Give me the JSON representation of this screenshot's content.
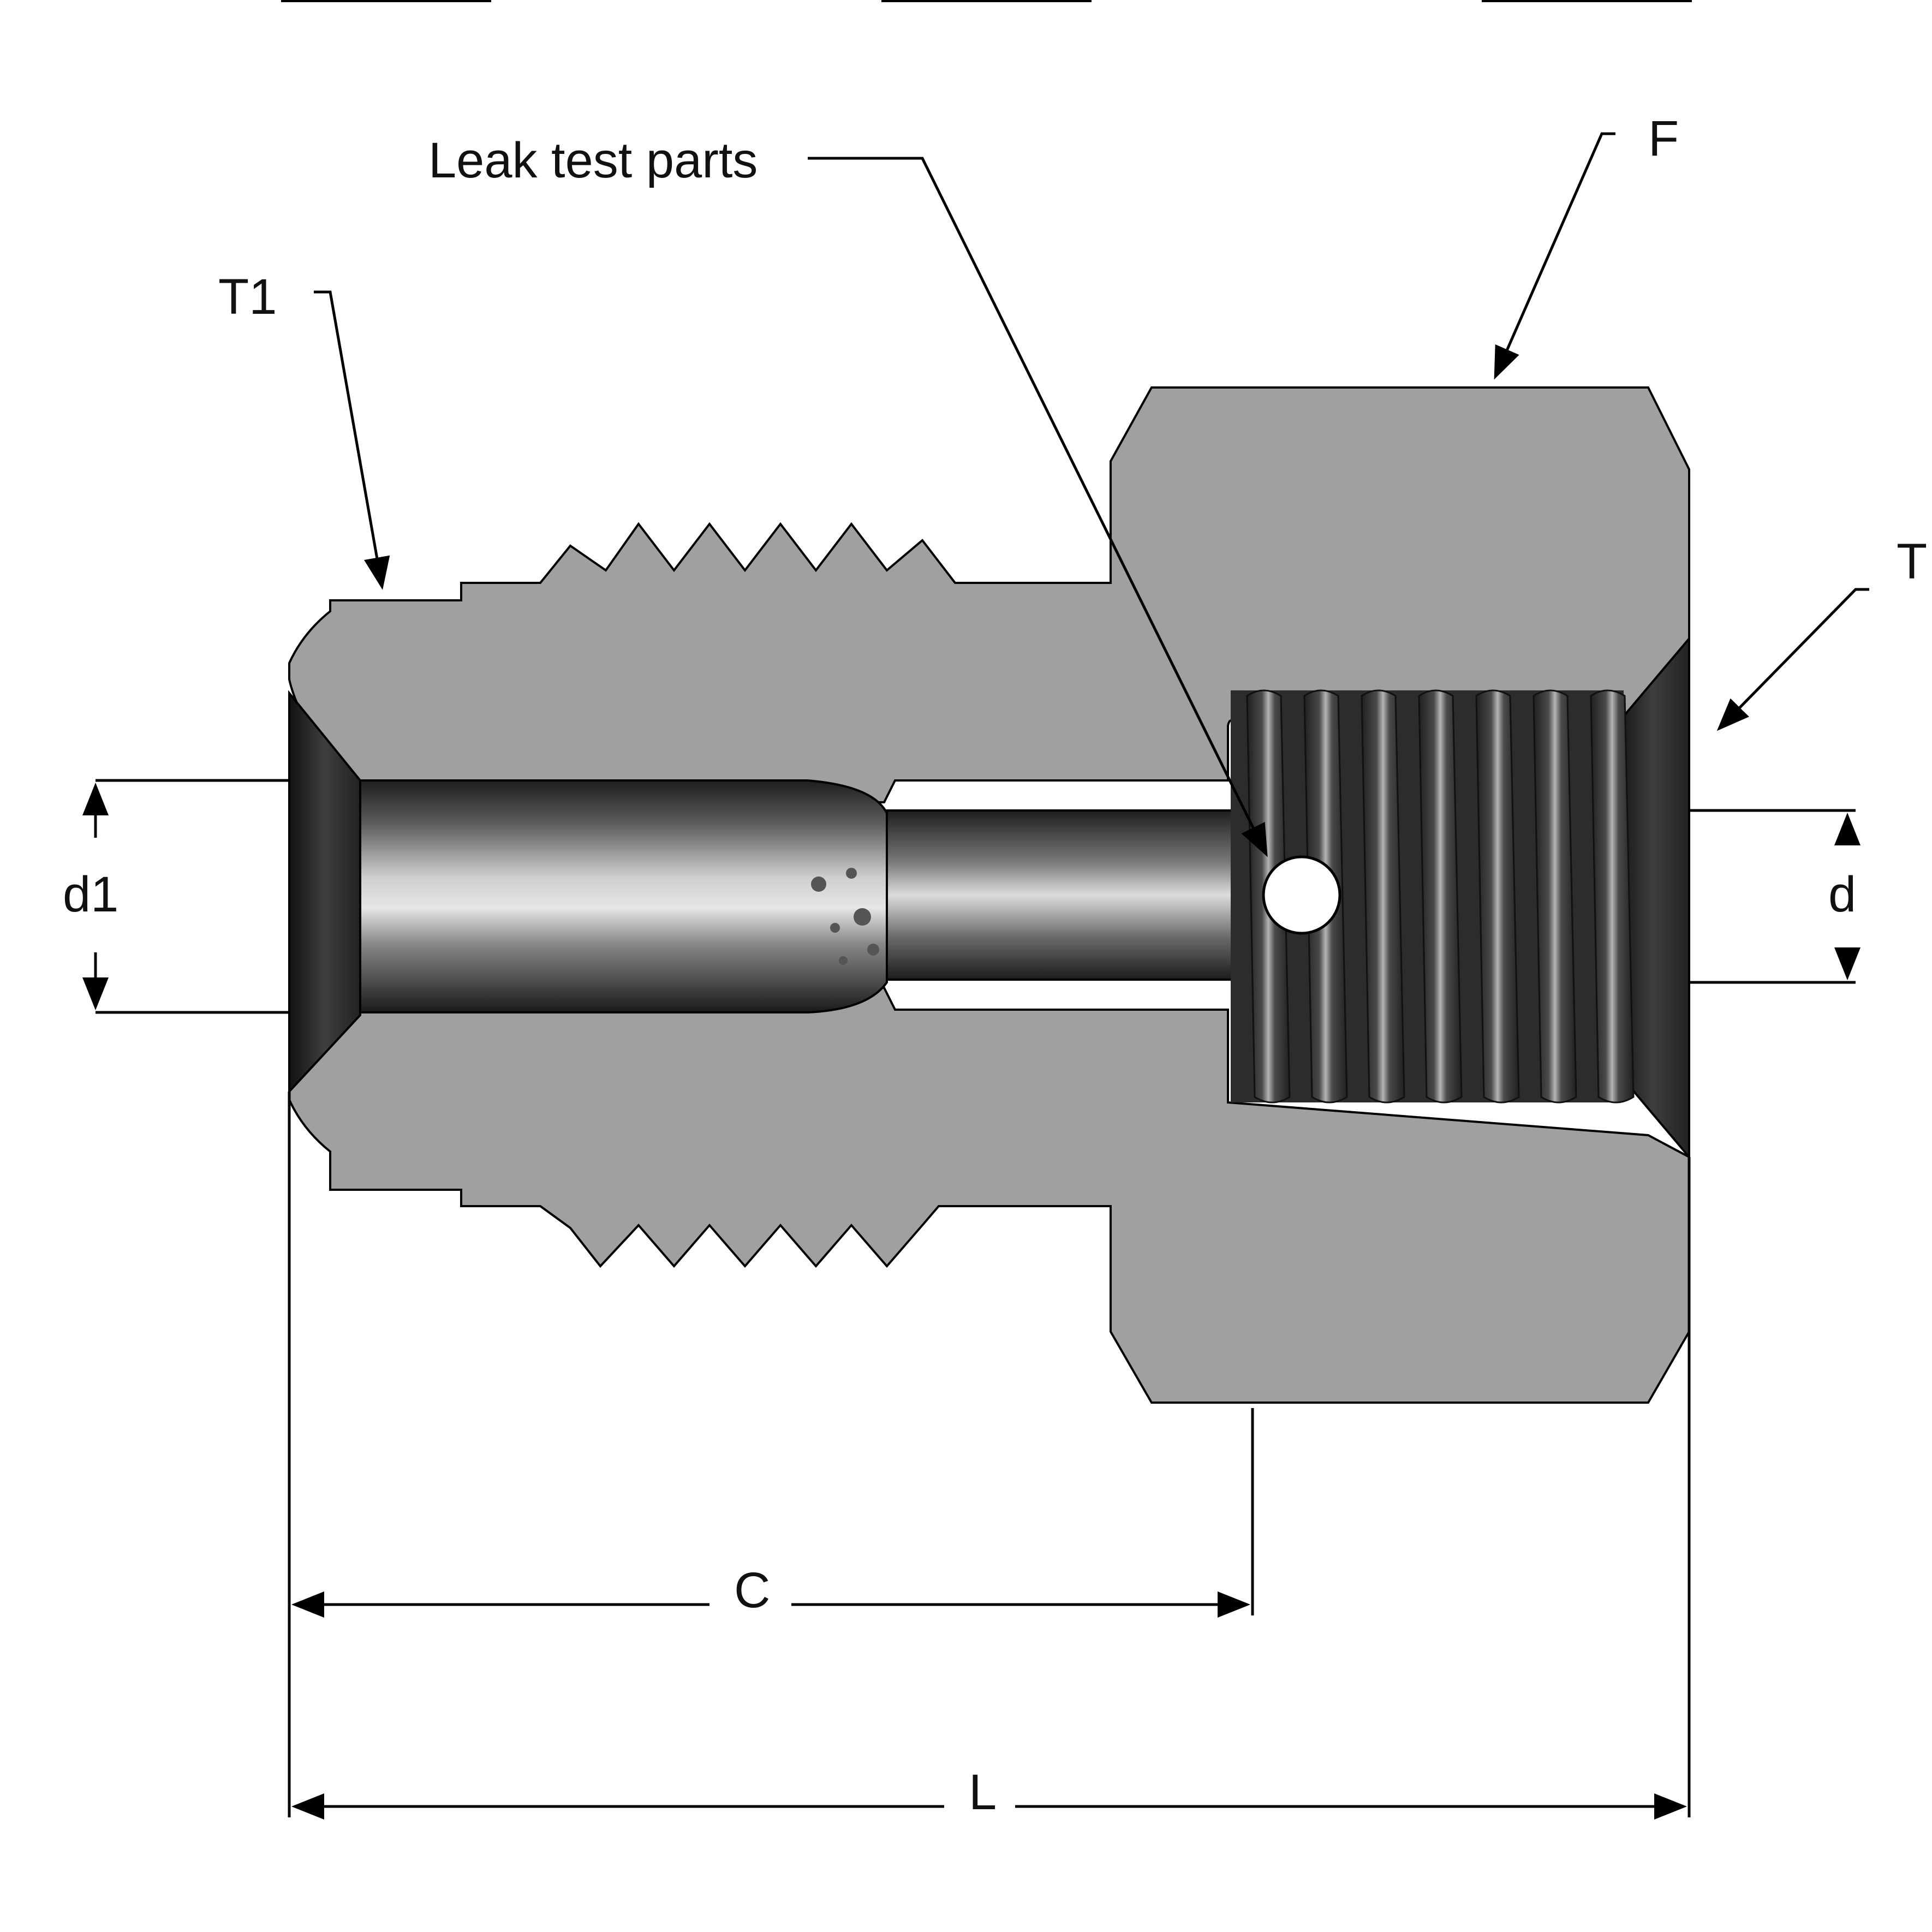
{
  "labels": {
    "leak_test": "Leak test parts",
    "f": "F",
    "t1": "T1",
    "t": "T",
    "d1": "d1",
    "d": "d",
    "c": "C",
    "l": "L"
  },
  "colors": {
    "body_fill": "#a0a0a0",
    "bore_dark": "#2e2e2e",
    "bore_light": "#d4d4d4",
    "thread_dark": "#3a3a3a",
    "thread_light": "#b0b0b0",
    "leak_hole": "#ffffff",
    "line": "#000000"
  },
  "icons": {
    "arrowhead": "arrowhead-icon"
  }
}
